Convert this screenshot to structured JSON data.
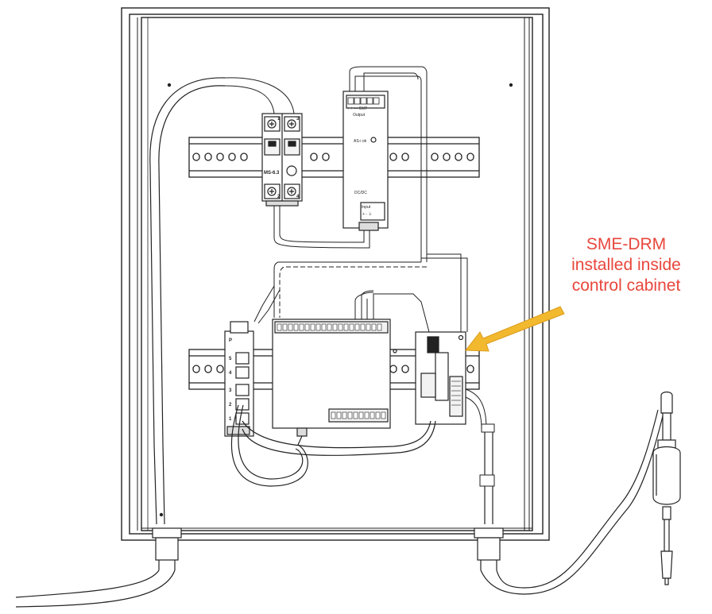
{
  "callout": {
    "lines": [
      "SME-DRM",
      "installed inside",
      "control cabinet"
    ],
    "color": "#e8473c",
    "arrow_color": "#f2b82e"
  },
  "breaker_labels": {
    "top_left": "1",
    "top_right": "3",
    "model": "MS-6.3",
    "bottom_left": "2",
    "bottom_right": "4"
  },
  "psu_labels": {
    "output": "Output",
    "terminals_top": "+ + - - OUT",
    "status": "AS-i ok",
    "model": "DC/DC",
    "input": "Input",
    "input_terminals": "+ - ⏚"
  },
  "switch_labels": {
    "ports": [
      "P",
      "5",
      "4",
      "3",
      "2",
      "1"
    ]
  }
}
